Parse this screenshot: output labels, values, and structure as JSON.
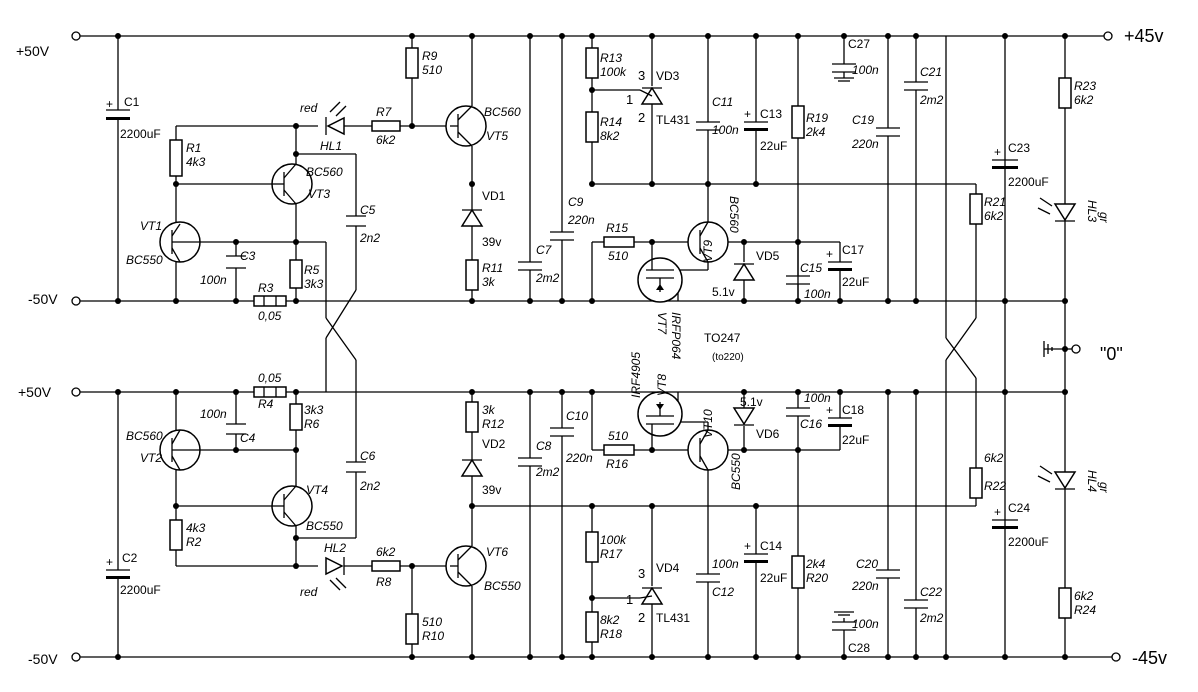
{
  "rails": {
    "top_left": "+50V",
    "upper_mid_left": "-50V",
    "lower_mid_left": "+50V",
    "bottom_left": "-50V",
    "top_right": "+45v",
    "bottom_right": "-45v",
    "ground": "\"0\""
  },
  "components": {
    "C1": {
      "ref": "C1",
      "value": "2200uF"
    },
    "C2": {
      "ref": "C2",
      "value": "2200uF"
    },
    "C3": {
      "ref": "C3",
      "value": "100n"
    },
    "C4": {
      "ref": "C4",
      "value": "100n"
    },
    "C5": {
      "ref": "C5",
      "value": "2n2"
    },
    "C6": {
      "ref": "C6",
      "value": "2n2"
    },
    "C7": {
      "ref": "C7",
      "value": "2m2"
    },
    "C8": {
      "ref": "C8",
      "value": "2m2"
    },
    "C9": {
      "ref": "C9",
      "value": "220n"
    },
    "C10": {
      "ref": "C10",
      "value": "220n"
    },
    "C11": {
      "ref": "C11",
      "value": "100n"
    },
    "C12": {
      "ref": "C12",
      "value": "100n"
    },
    "C13": {
      "ref": "C13",
      "value": "22uF"
    },
    "C14": {
      "ref": "C14",
      "value": "22uF"
    },
    "C15": {
      "ref": "C15",
      "value": "100n"
    },
    "C16": {
      "ref": "C16",
      "value": "100n"
    },
    "C17": {
      "ref": "C17",
      "value": "22uF"
    },
    "C18": {
      "ref": "C18",
      "value": "22uF"
    },
    "C19": {
      "ref": "C19",
      "value": "220n"
    },
    "C20": {
      "ref": "C20",
      "value": "220n"
    },
    "C21": {
      "ref": "C21",
      "value": "2m2"
    },
    "C22": {
      "ref": "C22",
      "value": "2m2"
    },
    "C23": {
      "ref": "C23",
      "value": "2200uF"
    },
    "C24": {
      "ref": "C24",
      "value": "2200uF"
    },
    "C27": {
      "ref": "C27",
      "value": "100n"
    },
    "C28": {
      "ref": "C28",
      "value": "100n"
    },
    "R1": {
      "ref": "R1",
      "value": "4k3"
    },
    "R2": {
      "ref": "R2",
      "value": "4k3"
    },
    "R3": {
      "ref": "R3",
      "value": "0,05"
    },
    "R4": {
      "ref": "R4",
      "value": "0,05"
    },
    "R5": {
      "ref": "R5",
      "value": "3k3"
    },
    "R6": {
      "ref": "R6",
      "value": "3k3"
    },
    "R7": {
      "ref": "R7",
      "value": "6k2"
    },
    "R8": {
      "ref": "R8",
      "value": "6k2"
    },
    "R9": {
      "ref": "R9",
      "value": "510"
    },
    "R10": {
      "ref": "R10",
      "value": "510"
    },
    "R11": {
      "ref": "R11",
      "value": "3k"
    },
    "R12": {
      "ref": "R12",
      "value": "3k"
    },
    "R13": {
      "ref": "R13",
      "value": "100k"
    },
    "R14": {
      "ref": "R14",
      "value": "8k2"
    },
    "R15": {
      "ref": "R15",
      "value": "510"
    },
    "R16": {
      "ref": "R16",
      "value": "510"
    },
    "R17": {
      "ref": "R17",
      "value": "100k"
    },
    "R18": {
      "ref": "R18",
      "value": "8k2"
    },
    "R19": {
      "ref": "R19",
      "value": "2k4"
    },
    "R20": {
      "ref": "R20",
      "value": "2k4"
    },
    "R21": {
      "ref": "R21",
      "value": "6k2"
    },
    "R22": {
      "ref": "R22",
      "value": "6k2"
    },
    "R23": {
      "ref": "R23",
      "value": "6k2"
    },
    "R24": {
      "ref": "R24",
      "value": "6k2"
    },
    "VT1": {
      "ref": "VT1",
      "value": "BC550"
    },
    "VT2": {
      "ref": "VT2",
      "value": "BC560"
    },
    "VT3": {
      "ref": "VT3",
      "value": "BC560"
    },
    "VT4": {
      "ref": "VT4",
      "value": "BC550"
    },
    "VT5": {
      "ref": "VT5",
      "value": "BC560"
    },
    "VT6": {
      "ref": "VT6",
      "value": "BC550"
    },
    "VT7": {
      "ref": "VT7",
      "value": "IRFP064"
    },
    "VT8": {
      "ref": "VT8",
      "value": "IRF4905"
    },
    "VT9": {
      "ref": "VT9",
      "value": "BC560"
    },
    "VT10": {
      "ref": "VT10",
      "value": "BC550"
    },
    "VD1": {
      "ref": "VD1",
      "value": "39v"
    },
    "VD2": {
      "ref": "VD2",
      "value": "39v"
    },
    "VD3": {
      "ref": "VD3",
      "value": "TL431"
    },
    "VD4": {
      "ref": "VD4",
      "value": "TL431"
    },
    "VD5": {
      "ref": "VD5",
      "value": "5.1v"
    },
    "VD6": {
      "ref": "VD6",
      "value": "5.1v"
    },
    "HL1": {
      "ref": "HL1",
      "value": "red"
    },
    "HL2": {
      "ref": "HL2",
      "value": "red"
    },
    "HL3": {
      "ref": "HL3",
      "value": "gr"
    },
    "HL4": {
      "ref": "HL4",
      "value": "gr"
    }
  },
  "pins": {
    "one": "1",
    "two": "2",
    "three": "3"
  },
  "notes": {
    "package": "TO247",
    "package_alt": "(to220)"
  }
}
